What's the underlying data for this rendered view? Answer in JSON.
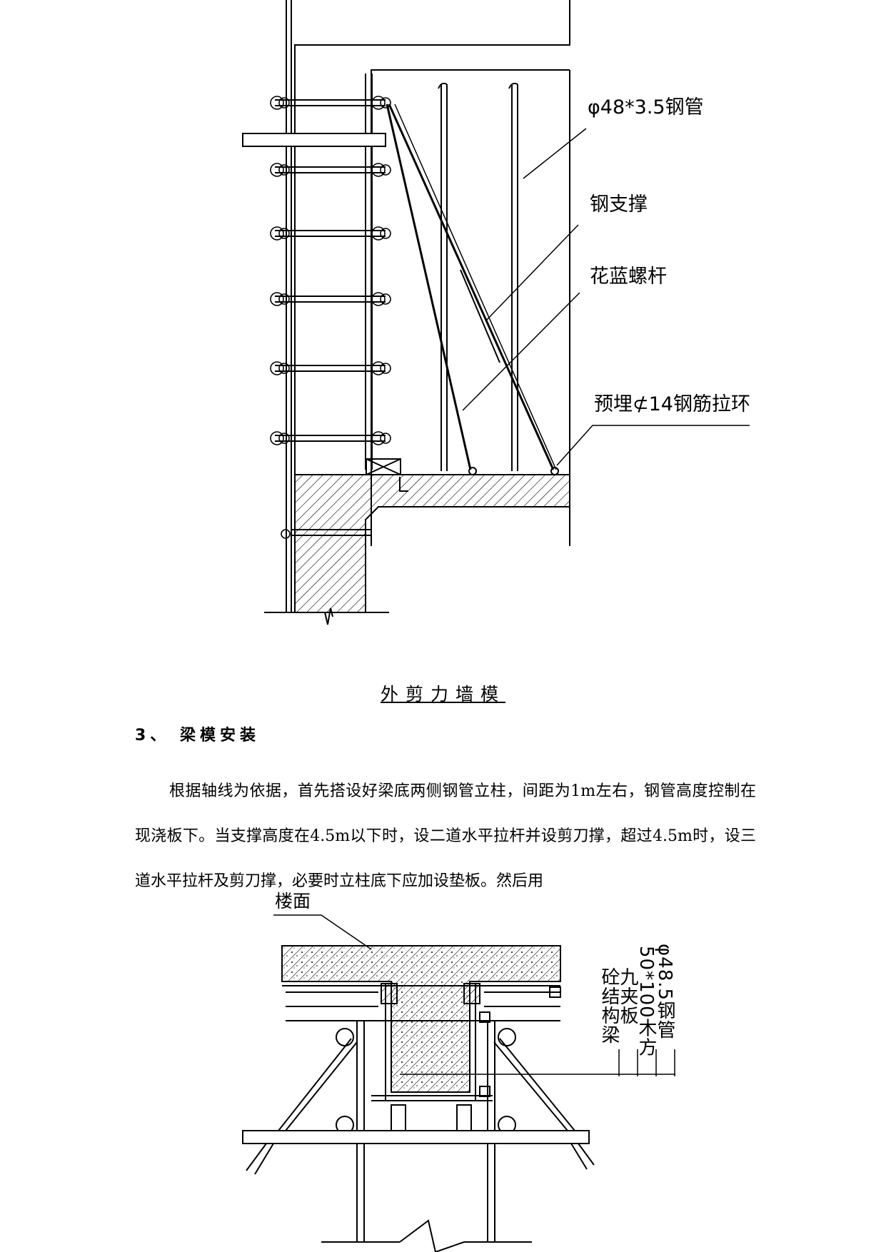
{
  "figure_1": {
    "labels": {
      "steel_pipe": "φ48*3.5钢管",
      "steel_brace": "钢支撑",
      "turnbuckle": "花蓝螺杆",
      "embedded_ring": "预埋⊄14钢筋拉环"
    },
    "caption": "外剪力墙模"
  },
  "section": {
    "heading": "3、 梁模安装",
    "paragraph": "根据轴线为依据，首先搭设好梁底两侧钢管立柱，间距为1m左右，钢管高度控制在现浇板下。当支撑高度在4.5m以下时，设二道水平拉杆并设剪刀撑，超过4.5m时，设三道水平拉杆及剪刀撑，必要时立柱底下应加设垫板。然后用"
  },
  "figure_2": {
    "labels": {
      "floor_surface": "楼面",
      "concrete_beam": "砼结构梁",
      "plywood": "九夹板",
      "timber": "50*100木方",
      "steel_pipe": "φ48.5钢管"
    }
  }
}
